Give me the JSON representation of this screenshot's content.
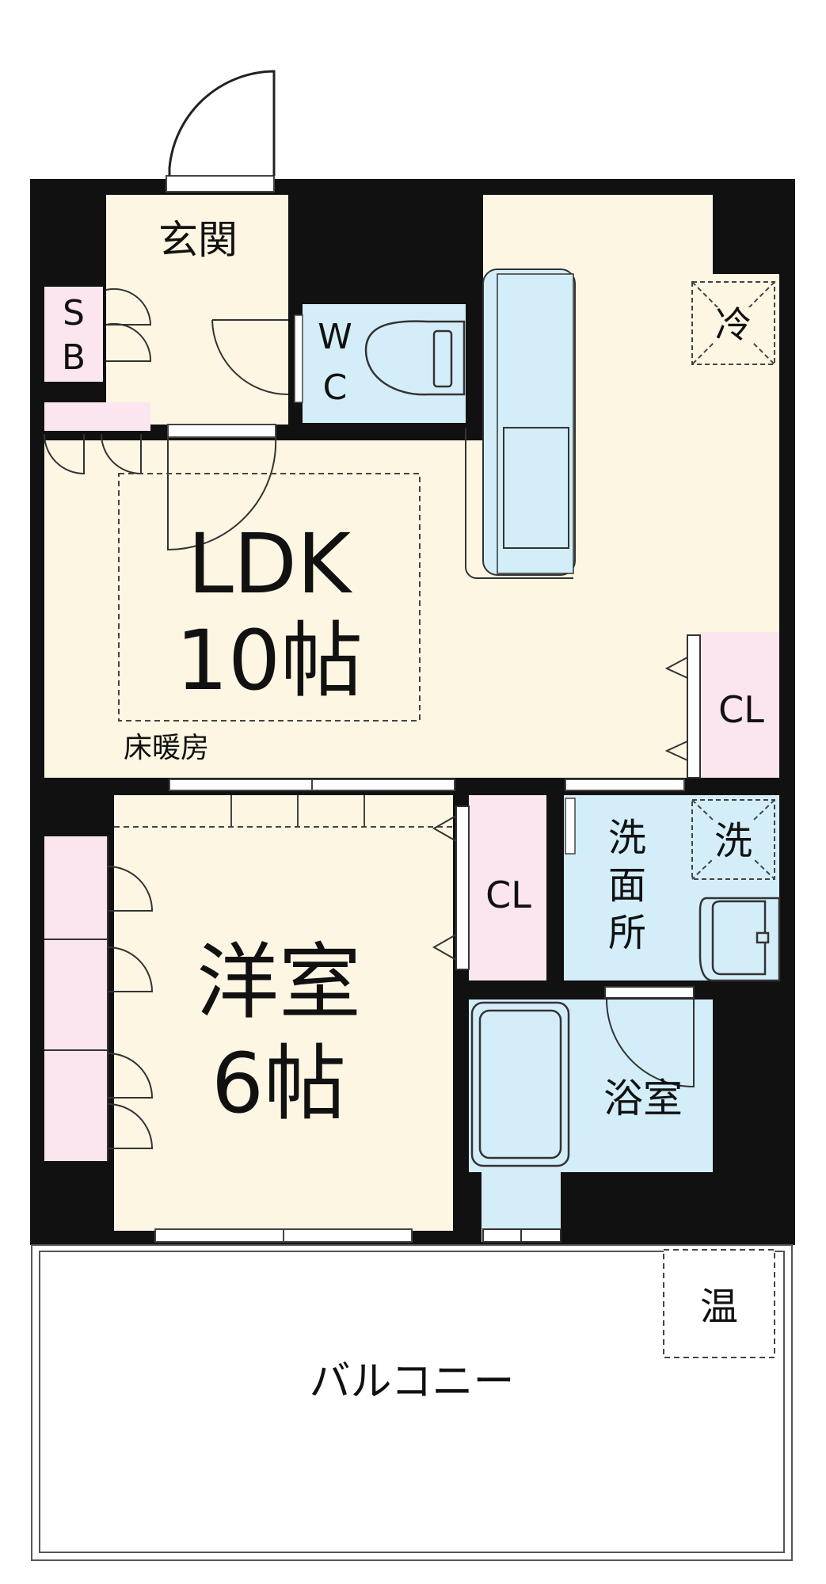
{
  "rooms": {
    "genkan": "玄関",
    "sb_s": "S",
    "sb_b": "B",
    "wc_w": "W",
    "wc_c": "C",
    "fridge": "冷",
    "ldk_name": "LDK",
    "ldk_size": "10帖",
    "floor_heating": "床暖房",
    "cl_ldk": "CL",
    "cl_bedroom": "CL",
    "washroom_1": "洗",
    "washroom_2": "面",
    "washroom_3": "所",
    "washer": "洗",
    "bedroom_name": "洋室",
    "bedroom_size": "6帖",
    "bathroom": "浴室",
    "water_heater": "温",
    "balcony": "バルコニー"
  },
  "colors": {
    "wall": "#111111",
    "living_fill": "#fdf6e3",
    "storage_fill": "#fbe6ef",
    "wet_fill": "#d4eef9",
    "balcony_fill": "#ffffff",
    "line": "#333333"
  }
}
